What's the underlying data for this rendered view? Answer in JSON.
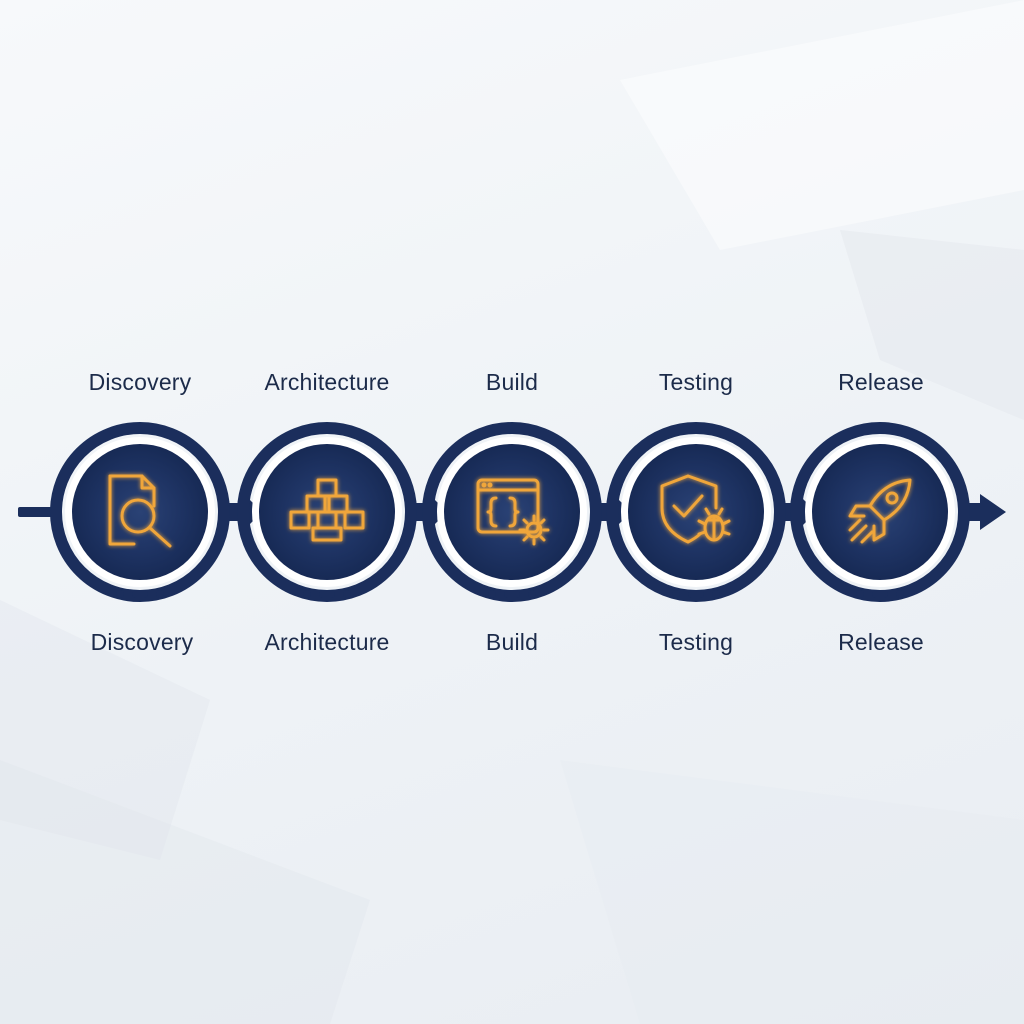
{
  "colors": {
    "navy": "#1b2e5c",
    "accent": "#f0a63a",
    "text": "#1c2b4a",
    "background": "#eef2f6"
  },
  "stages": [
    {
      "top_label": "Discovery",
      "bottom_label": "Discovery",
      "icon": "document-search-icon"
    },
    {
      "top_label": "Architecture",
      "bottom_label": "Architecture",
      "icon": "stacked-blocks-icon"
    },
    {
      "top_label": "Build",
      "bottom_label": "Build",
      "icon": "code-window-gear-icon"
    },
    {
      "top_label": "Testing",
      "bottom_label": "Testing",
      "icon": "shield-check-bug-icon"
    },
    {
      "top_label": "Release",
      "bottom_label": "Release",
      "icon": "rocket-icon"
    }
  ]
}
